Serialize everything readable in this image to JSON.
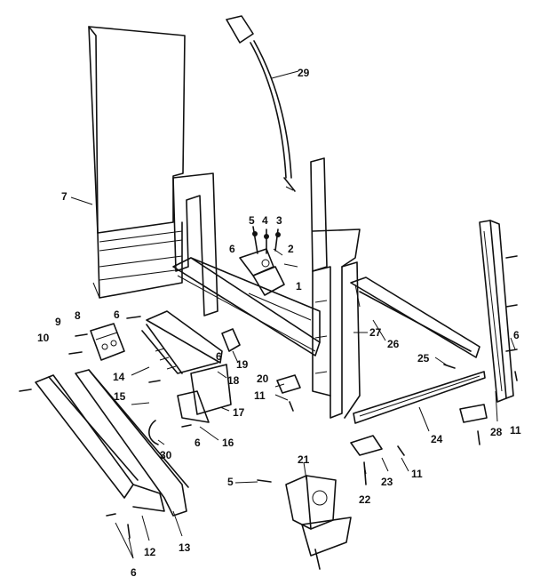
{
  "diagram": {
    "callouts": [
      "1",
      "2",
      "3",
      "4",
      "5",
      "5",
      "6",
      "6",
      "6",
      "6",
      "6",
      "6",
      "7",
      "8",
      "9",
      "10",
      "11",
      "11",
      "11",
      "12",
      "13",
      "14",
      "15",
      "16",
      "17",
      "18",
      "19",
      "20",
      "21",
      "22",
      "23",
      "24",
      "25",
      "26",
      "27",
      "28",
      "29",
      "30"
    ]
  }
}
